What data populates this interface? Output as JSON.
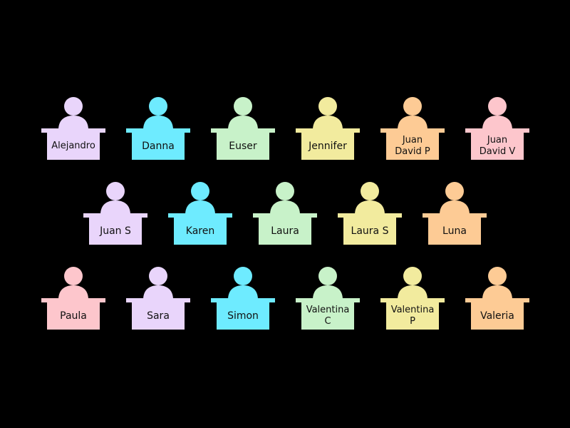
{
  "seating_chart": {
    "rows": [
      [
        {
          "name": "Alejandro",
          "color": "#E9D5FB"
        },
        {
          "name": "Danna",
          "color": "#6EEBFF"
        },
        {
          "name": "Euser",
          "color": "#C8F2C9"
        },
        {
          "name": "Jennifer",
          "color": "#F2EB9E"
        },
        {
          "name": "Juan\nDavid P",
          "color": "#FDCB95"
        },
        {
          "name": "Juan\nDavid V",
          "color": "#FDC6CC"
        }
      ],
      [
        {
          "name": "Juan S",
          "color": "#E9D5FB"
        },
        {
          "name": "Karen",
          "color": "#6EEBFF"
        },
        {
          "name": "Laura",
          "color": "#C8F2C9"
        },
        {
          "name": "Laura S",
          "color": "#F2EB9E"
        },
        {
          "name": "Luna",
          "color": "#FDCB95"
        }
      ],
      [
        {
          "name": "Paula",
          "color": "#FDC6CC"
        },
        {
          "name": "Sara",
          "color": "#E9D5FB"
        },
        {
          "name": "Simon",
          "color": "#6EEBFF"
        },
        {
          "name": "Valentina\nC",
          "color": "#C8F2C9"
        },
        {
          "name": "Valentina\nP",
          "color": "#F2EB9E"
        },
        {
          "name": "Valeria",
          "color": "#FDCB95"
        }
      ]
    ]
  }
}
